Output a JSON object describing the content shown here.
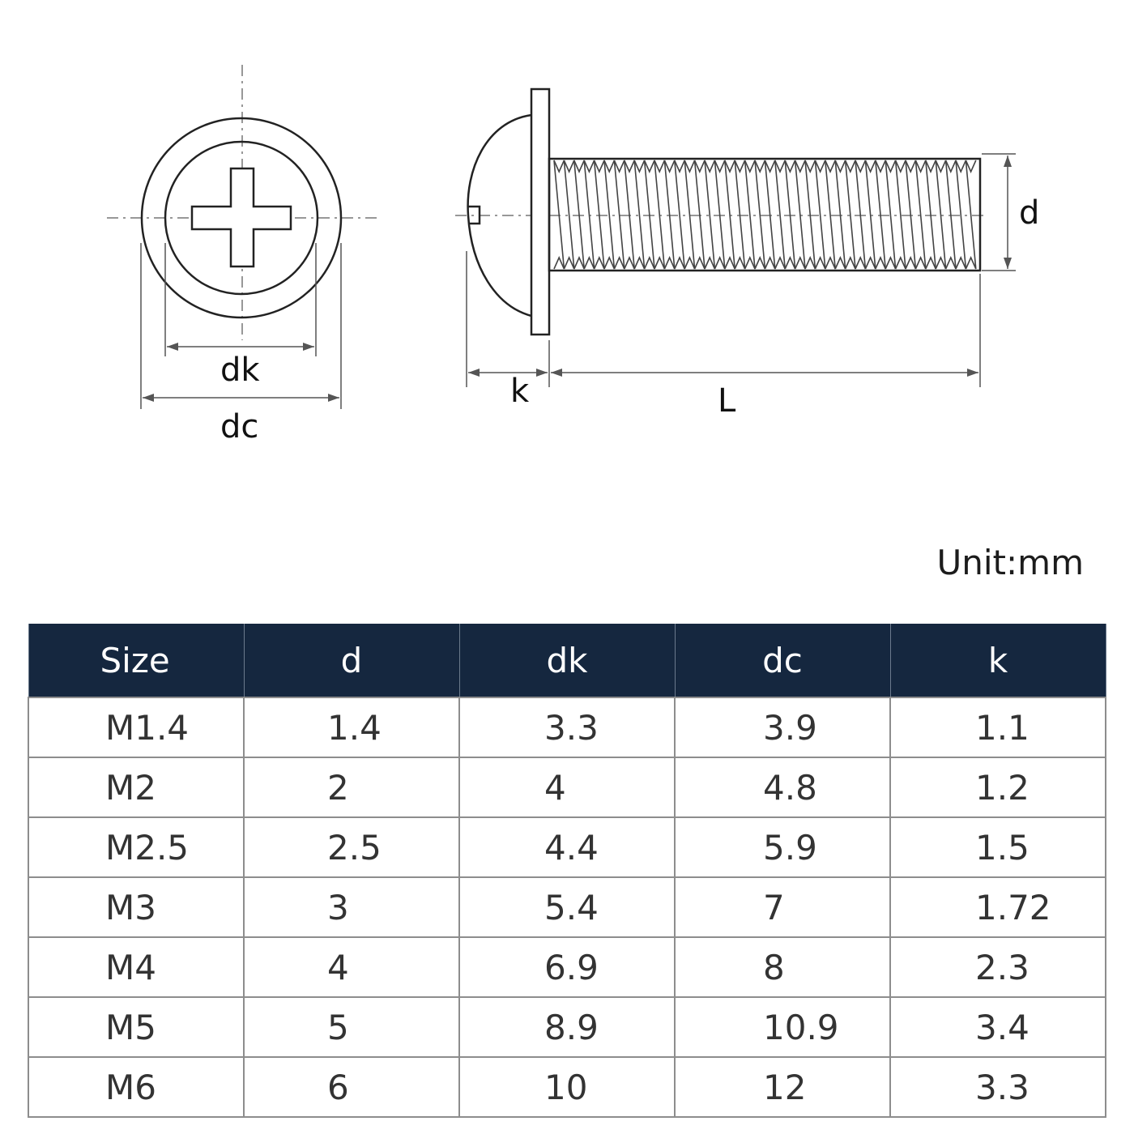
{
  "diagram": {
    "labels": {
      "dk": "dk",
      "dc": "dc",
      "k": "k",
      "L": "L",
      "d": "d"
    }
  },
  "unit": "Unit:mm",
  "table": {
    "headers": [
      "Size",
      "d",
      "dk",
      "dc",
      "k"
    ],
    "rows": [
      [
        "M1.4",
        "1.4",
        "3.3",
        "3.9",
        "1.1"
      ],
      [
        "M2",
        "2",
        "4",
        "4.8",
        "1.2"
      ],
      [
        "M2.5",
        "2.5",
        "4.4",
        "5.9",
        "1.5"
      ],
      [
        "M3",
        "3",
        "5.4",
        "7",
        "1.72"
      ],
      [
        "M4",
        "4",
        "6.9",
        "8",
        "2.3"
      ],
      [
        "M5",
        "5",
        "8.9",
        "10.9",
        "3.4"
      ],
      [
        "M6",
        "6",
        "10",
        "12",
        "3.3"
      ]
    ]
  },
  "colors": {
    "header_bg": "#15273f",
    "header_text": "#ffffff",
    "grid": "#8d8d8d",
    "line": "#222222"
  }
}
